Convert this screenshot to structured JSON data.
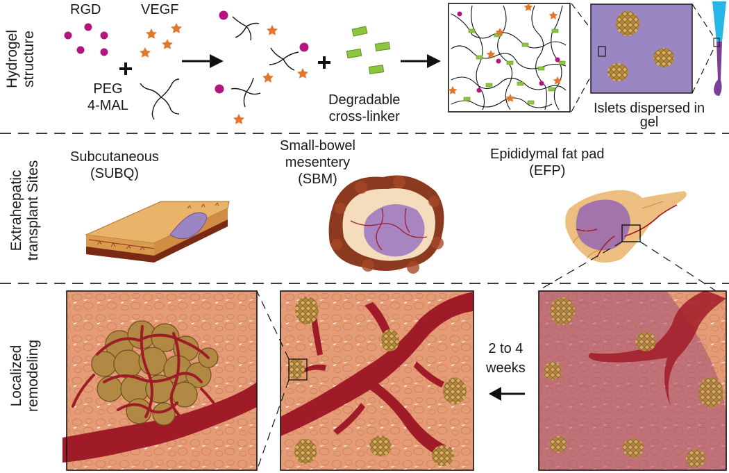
{
  "rows": {
    "hydrogel": {
      "label_line1": "Hydrogel",
      "label_line2": "structure"
    },
    "sites": {
      "label_line1": "Extrahepatic",
      "label_line2": "transplant Sites"
    },
    "remodeling": {
      "label_line1": "Localized",
      "label_line2": "remodeling"
    }
  },
  "hydrogel_panel": {
    "rgd": "RGD",
    "vegf": "VEGF",
    "peg_line1": "PEG",
    "peg_line2": "4-MAL",
    "crosslinker_line1": "Degradable",
    "crosslinker_line2": "cross-linker",
    "islets_line1": "Islets dispersed in",
    "islets_line2": "gel"
  },
  "sites_panel": {
    "subq_line1": "Subcutaneous",
    "subq_line2": "(SUBQ)",
    "sbm_line1": "Small-bowel",
    "sbm_line2": "mesentery",
    "sbm_line3": "(SBM)",
    "efp_line1": "Epididymal fat pad",
    "efp_line2": "(EFP)"
  },
  "remodeling_panel": {
    "time_line1": "2 to 4",
    "time_line2": "weeks"
  },
  "colors": {
    "rgd_magenta": "#b4167f",
    "vegf_orange": "#e2772c",
    "crosslinker_green": "#8cc63f",
    "gel_purple": "#9b86c4",
    "islet_tan": "#c59a4c",
    "vessel_red": "#9e1c26",
    "tissue_salmon": "#e59c76",
    "fat_orange": "#e9b46a",
    "syringe_cyan": "#27b6e6"
  }
}
